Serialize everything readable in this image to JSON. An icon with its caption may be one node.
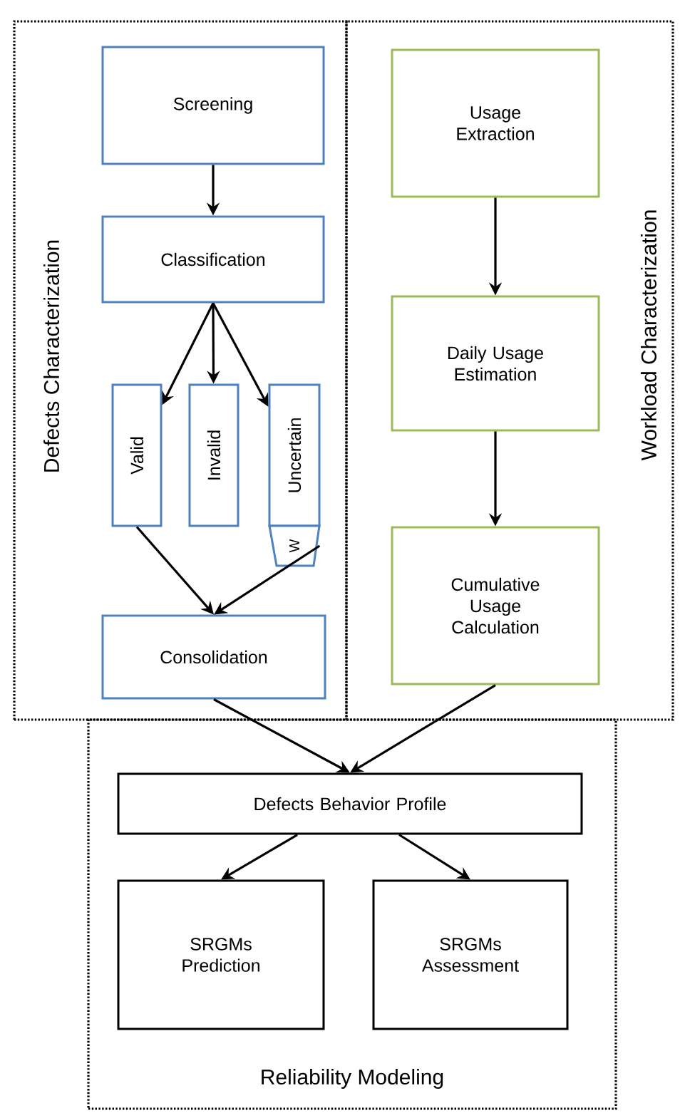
{
  "diagram": {
    "nodes": [
      {
        "text": [
          "Defects Characterization"
        ]
      },
      {
        "text": [
          "Screening"
        ],
        "in": 0
      },
      {
        "text": [
          "Classification"
        ],
        "in": 0
      },
      {
        "text": [
          "Valid"
        ],
        "in": 0
      },
      {
        "text": [
          "Invalid"
        ],
        "in": 0
      },
      {
        "text": [
          "Uncertain"
        ],
        "in": 0
      },
      {
        "text": [
          "W"
        ],
        "in": 0
      },
      {
        "text": [
          "Consolidation"
        ],
        "in": 0
      },
      {
        "text": [
          "Workload Characterization"
        ]
      },
      {
        "text": [
          "Usage Extraction"
        ],
        "in": 8
      },
      {
        "text": [
          "Daily Usage Estimation"
        ],
        "in": 8
      },
      {
        "text": [
          "Cumulative Usage Calculation"
        ],
        "in": 8
      },
      {
        "text": [
          "Reliability Modeling"
        ]
      },
      {
        "text": [
          "Defects Behavior Profile"
        ],
        "in": 12
      },
      {
        "text": [
          "SRGMs Prediction"
        ],
        "in": 12
      },
      {
        "text": [
          "SRGMs Assessment"
        ],
        "in": 12
      }
    ],
    "edges": [
      {
        "from": 1,
        "to": 2,
        "arrow": "to"
      },
      {
        "from": 2,
        "to": 3,
        "arrow": "to"
      },
      {
        "from": 2,
        "to": 4,
        "arrow": "to"
      },
      {
        "from": 2,
        "to": 5,
        "arrow": "to"
      },
      {
        "from": 3,
        "to": 7,
        "arrow": "to"
      },
      {
        "from": 6,
        "to": 7,
        "arrow": "to"
      },
      {
        "from": 9,
        "to": 10,
        "arrow": "to"
      },
      {
        "from": 10,
        "to": 11,
        "arrow": "to"
      },
      {
        "from": 7,
        "to": 13,
        "arrow": "to"
      },
      {
        "from": 11,
        "to": 13,
        "arrow": "to"
      },
      {
        "from": 13,
        "to": 14,
        "arrow": "to"
      },
      {
        "from": 13,
        "to": 15,
        "arrow": "to"
      }
    ]
  }
}
